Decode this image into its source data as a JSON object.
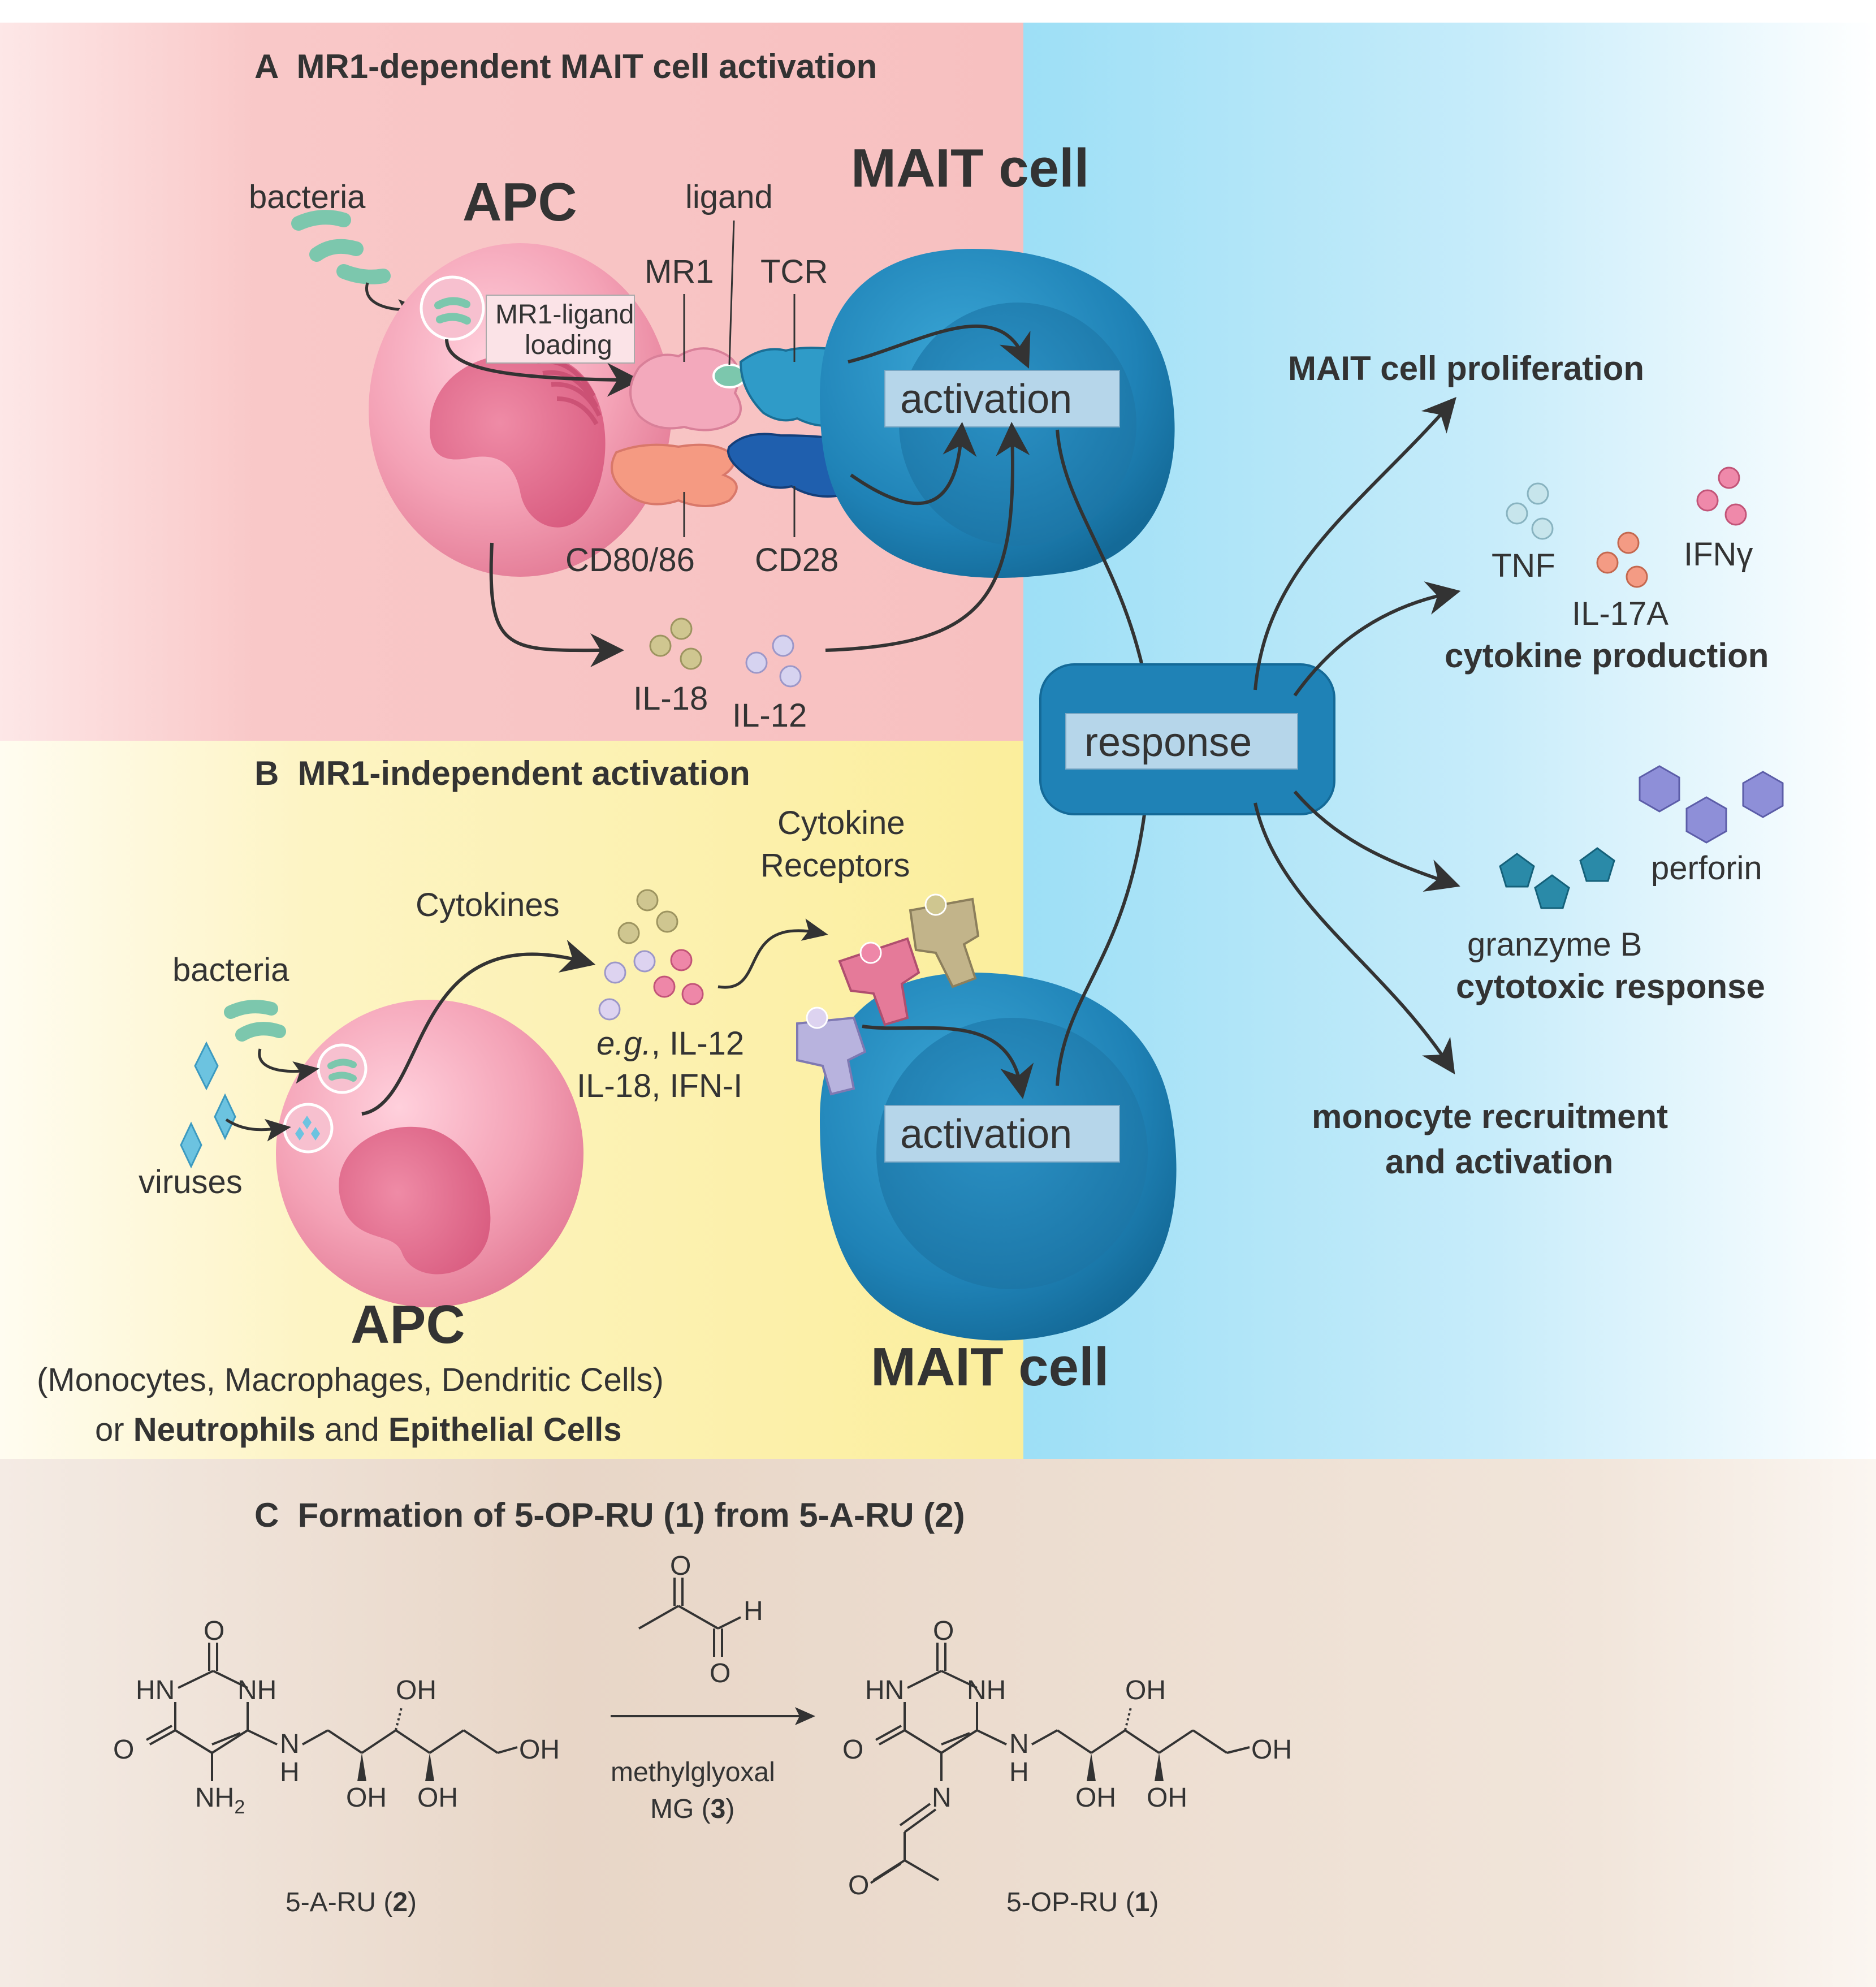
{
  "panel_a": {
    "title": "A  MR1-dependent MAIT cell activation",
    "bacteria": "bacteria",
    "apc": "APC",
    "mait_cell": "MAIT cell",
    "ligand": "ligand",
    "mr1": "MR1",
    "tcr": "TCR",
    "loading_line1": "MR1-ligand",
    "loading_line2": "loading",
    "activation": "activation",
    "cd80_86": "CD80/86",
    "cd28": "CD28",
    "il18": "IL-18",
    "il12": "IL-12"
  },
  "panel_b": {
    "title": "B  MR1-independent activation",
    "cytokine_receptors_line1": "Cytokine",
    "cytokine_receptors_line2": "Receptors",
    "cytokines": "Cytokines",
    "bacteria": "bacteria",
    "viruses": "viruses",
    "eg": "e.g.",
    "examples_line1_rest": ", IL-12",
    "examples_line2": "IL-18, IFN-I",
    "activation": "activation",
    "apc": "APC",
    "apc_types": "(Monocytes, Macrophages, Dendritic Cells)",
    "or": "or ",
    "neutrophils": "Neutrophils",
    "and": " and ",
    "epithelial": "Epithelial Cells",
    "mait_cell": "MAIT cell"
  },
  "responses": {
    "response": "response",
    "proliferation": "MAIT cell proliferation",
    "tnf": "TNF",
    "il17a": "IL-17A",
    "ifng": "IFNγ",
    "cytokine_production": "cytokine production",
    "perforin": "perforin",
    "granzyme": "granzyme B",
    "cytotoxic": "cytotoxic response",
    "monocyte_line1": "monocyte recruitment",
    "monocyte_line2": "and activation"
  },
  "panel_c": {
    "title": "C  Formation of 5-OP-RU (1) from 5-A-RU (2)",
    "reagent_name": "methylglyoxal",
    "reagent_abbrev": "MG (",
    "reagent_num": "3",
    "reagent_close": ")",
    "H": "H",
    "O": "O",
    "HN": "HN",
    "NH": "NH",
    "N": "N",
    "OH": "OH",
    "NH2": "NH",
    "sub2": "2",
    "compound2_name": "5-A-RU (",
    "compound2_num": "2",
    "compound1_name": "5-OP-RU (",
    "compound1_num": "1",
    "close": ")"
  },
  "colors": {
    "panel_a_bg": "#f9c6c6",
    "panel_b_bg": "#fbf0a8",
    "panel_right_bg": "#aee4f6",
    "panel_c_bg": "#ead9cc",
    "apc_pink": "#f0879f",
    "mait_blue": "#2c8fc1",
    "arrow": "#333333"
  }
}
